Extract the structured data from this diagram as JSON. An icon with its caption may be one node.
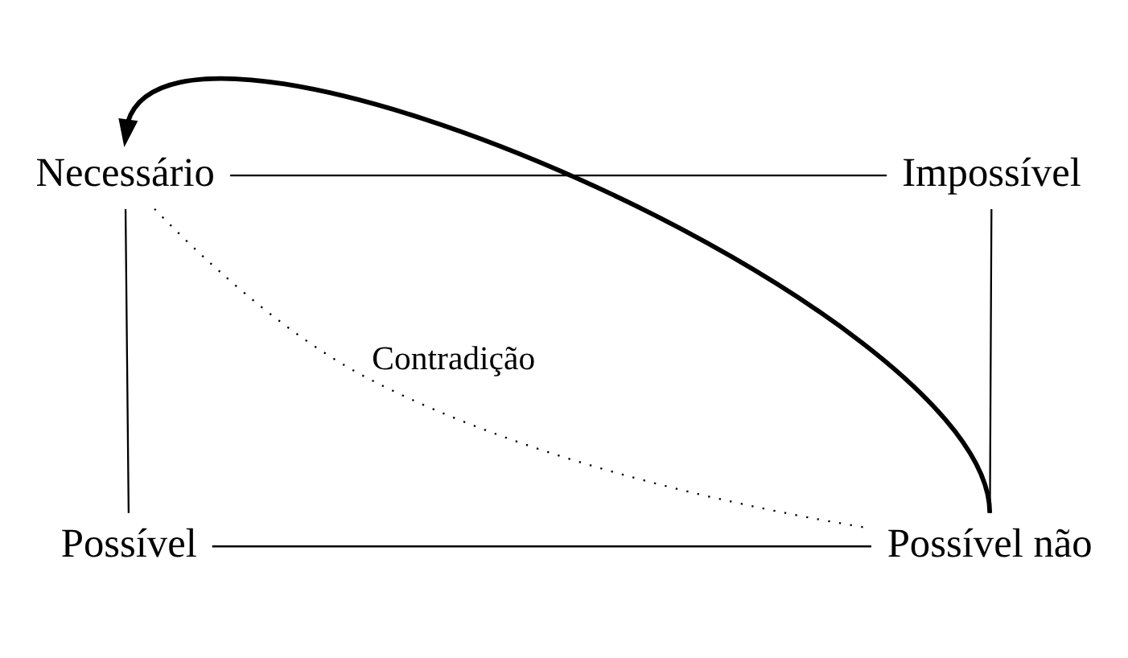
{
  "diagram": {
    "nodes": [
      {
        "text": [
          "Necessário"
        ]
      },
      {
        "text": [
          "Impossível"
        ]
      },
      {
        "text": [
          "Possível"
        ]
      },
      {
        "text": [
          "Possível não"
        ]
      }
    ],
    "edges": [
      {
        "from": 0,
        "to": 1,
        "arrow": "none"
      },
      {
        "from": 0,
        "to": 2,
        "arrow": "none"
      },
      {
        "from": 1,
        "to": 3,
        "arrow": "none"
      },
      {
        "from": 2,
        "to": 3,
        "arrow": "none"
      },
      {
        "from": 0,
        "to": 3,
        "arrow": "none",
        "style": "dashed",
        "label": "Contradição"
      },
      {
        "from": 3,
        "to": 0,
        "arrow": "to",
        "style": "thick"
      }
    ]
  }
}
